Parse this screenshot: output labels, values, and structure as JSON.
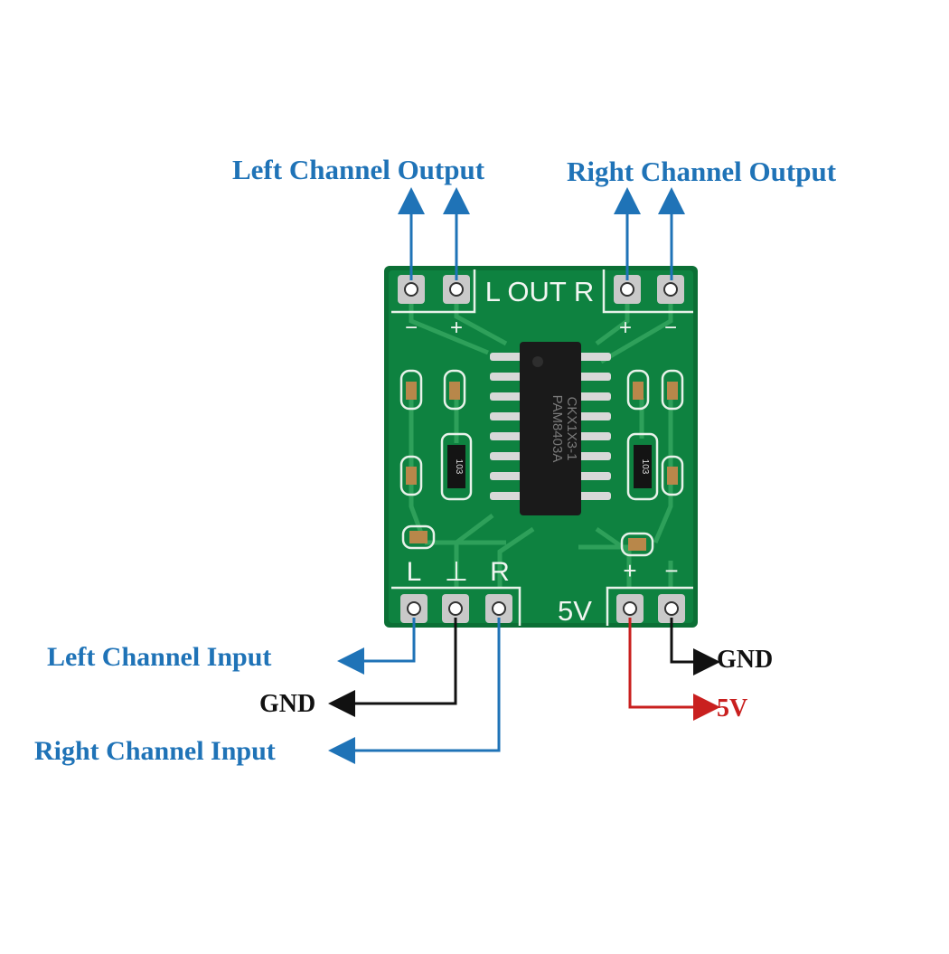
{
  "labels": {
    "left_channel_output": "Left Channel Output",
    "right_channel_output": "Right Channel Output",
    "left_channel_input": "Left Channel Input",
    "gnd_input": "GND",
    "right_channel_input": "Right Channel Input",
    "gnd_power": "GND",
    "power_5v": "5V"
  },
  "board": {
    "silkscreen_out": "L OUT R",
    "out_left_minus": "−",
    "out_left_plus": "+",
    "out_right_plus": "+",
    "out_right_minus": "−",
    "in_l": "L",
    "in_gnd": "⊥",
    "in_r": "R",
    "power_plus": "+",
    "power_minus": "−",
    "power_label": "5V",
    "chip_text_1": "PAM8403A",
    "chip_text_2": "CKX1X3-1",
    "resistor_left": "103",
    "resistor_right": "103"
  },
  "colors": {
    "pcb": "#0d7a3a",
    "wire_blue": "#1f73b7",
    "wire_black": "#111111",
    "wire_red": "#c9201f"
  }
}
